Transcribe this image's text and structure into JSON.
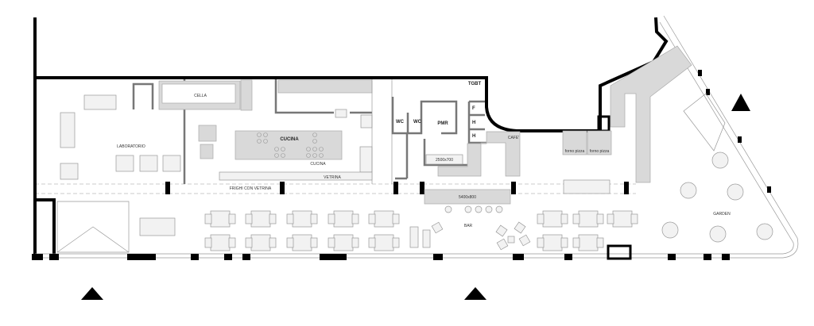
{
  "plan": {
    "rooms": {
      "laboratorio": "LABORATORIO",
      "cella": "CELLA",
      "cucina_island": "CUCINA",
      "cucina": "CUCINA",
      "vetrina": "VETRINA",
      "frighi": "FRIGHI CON VETRINA",
      "tgbt": "TGBT",
      "wc1": "WC",
      "wc2": "WC",
      "pmr": "PMR",
      "f": "F",
      "h1": "H",
      "h2": "H",
      "cafe": "CAFE'",
      "counter_small": "2500x700",
      "bar_counter": "5400x800",
      "forno1": "forno pizza",
      "forno2": "forno pizza",
      "bar": "BAR",
      "garden": "GARDEN"
    },
    "colors": {
      "wall": "#000000",
      "fixture": "#d9d9d9"
    }
  }
}
